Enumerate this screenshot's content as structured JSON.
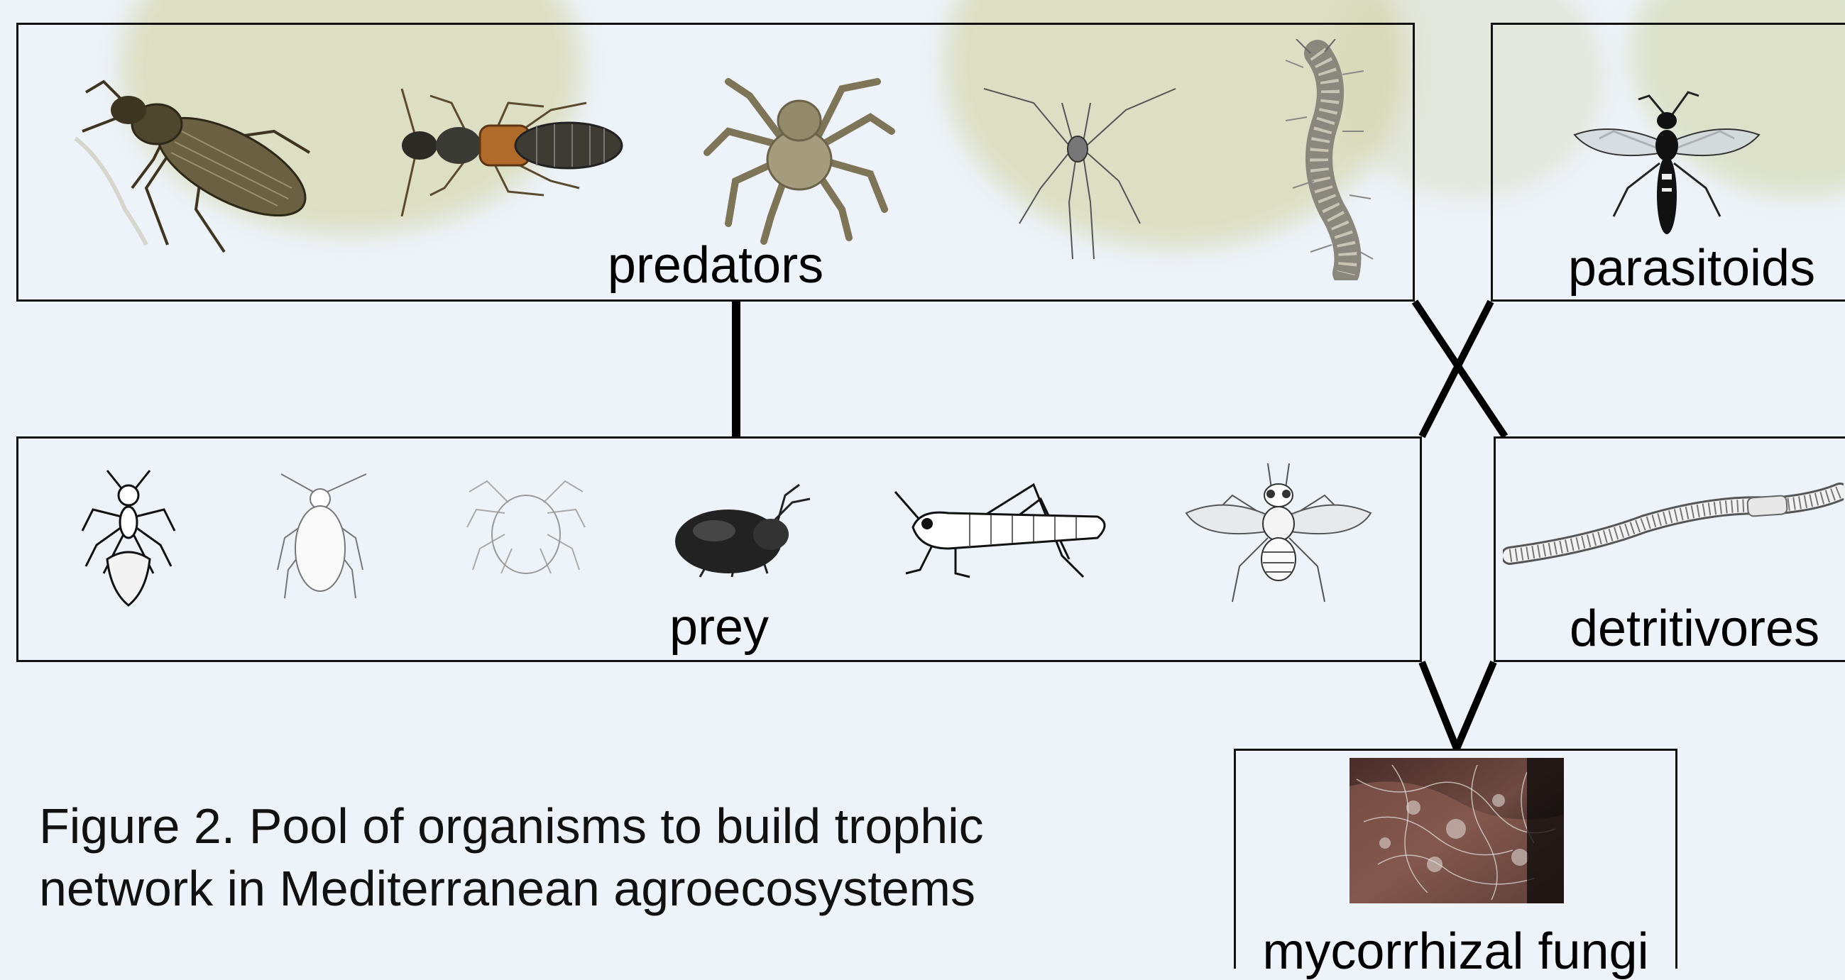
{
  "categories": {
    "predators": "predators",
    "parasitoids": "parasitoids",
    "prey": "prey",
    "detritivores": "detritivores",
    "fungi": "mycorrhizal fungi"
  },
  "caption": {
    "line1": "Figure 2. Pool of organisms to build trophic",
    "line2": "network in Mediterranean agroecosystems"
  },
  "organisms": {
    "predators": [
      "ground-beetle-icon",
      "rove-beetle-icon",
      "wolf-spider-icon",
      "harvestman-icon",
      "centipede-icon"
    ],
    "parasitoids": [
      "parasitoid-wasp-icon"
    ],
    "prey": [
      "ant-icon",
      "aphid-icon",
      "mite-icon",
      "springtail-icon",
      "grasshopper-icon",
      "fly-icon"
    ],
    "detritivores": [
      "earthworm-icon"
    ],
    "fungi": [
      "fungal-mycelium-photo"
    ]
  },
  "colors": {
    "background": "#eef3fa",
    "border": "#111111",
    "leaf": "#cdcd96"
  }
}
